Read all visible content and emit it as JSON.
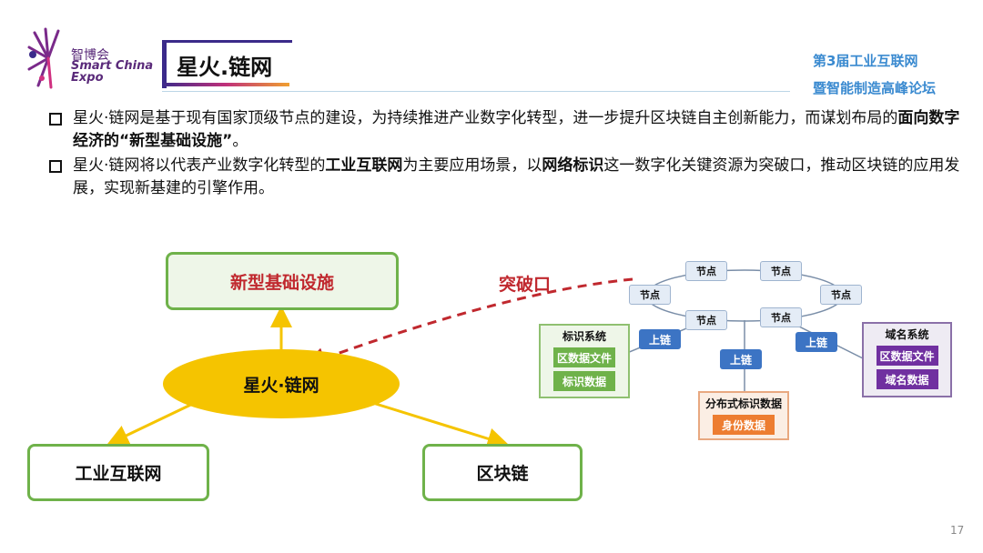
{
  "header": {
    "logo_cn": "智博会",
    "logo_en_1": "Smart China",
    "logo_en_2": "Expo",
    "title": "星火.链网",
    "right_logo_line1": "第3届工业互联网",
    "right_logo_line2": "暨智能制造高峰论坛"
  },
  "bullets": [
    {
      "parts": [
        "星火·链网是基于现有国家顶级节点的建设，为持续推进产业数字化转型，进一步提升区块链自主创新能力，而谋划布局的",
        "面向数字经济的“新型基础设施”",
        "。"
      ]
    },
    {
      "parts": [
        "星火·链网将以代表产业数字化转型的",
        "工业互联网",
        "为主要应用场景，以",
        "网络标识",
        "这一数字化关键资源为突破口，推动区块链的应用发展，实现新基建的引擎作用。"
      ]
    }
  ],
  "left_diagram": {
    "top": "新型基础设施",
    "center": "星火·链网",
    "bottom_left": "工业互联网",
    "bottom_right": "区块链",
    "breakthrough": "突破口"
  },
  "network": {
    "node_label": "节点",
    "chain_label": "上链",
    "identity_system": {
      "title": "标识系统",
      "items": [
        "区数据文件",
        "标识数据"
      ]
    },
    "domain_system": {
      "title": "域名系统",
      "items": [
        "区数据文件",
        "域名数据"
      ]
    },
    "distributed": {
      "title": "分布式标识数据",
      "items": [
        "身份数据"
      ]
    }
  },
  "page_number": "17",
  "colors": {
    "green": "#6fb24a",
    "yellow": "#f5c400",
    "red": "#c0282e",
    "blue": "#3c74c4",
    "purple": "#7030a0",
    "orange": "#ed7d31"
  }
}
